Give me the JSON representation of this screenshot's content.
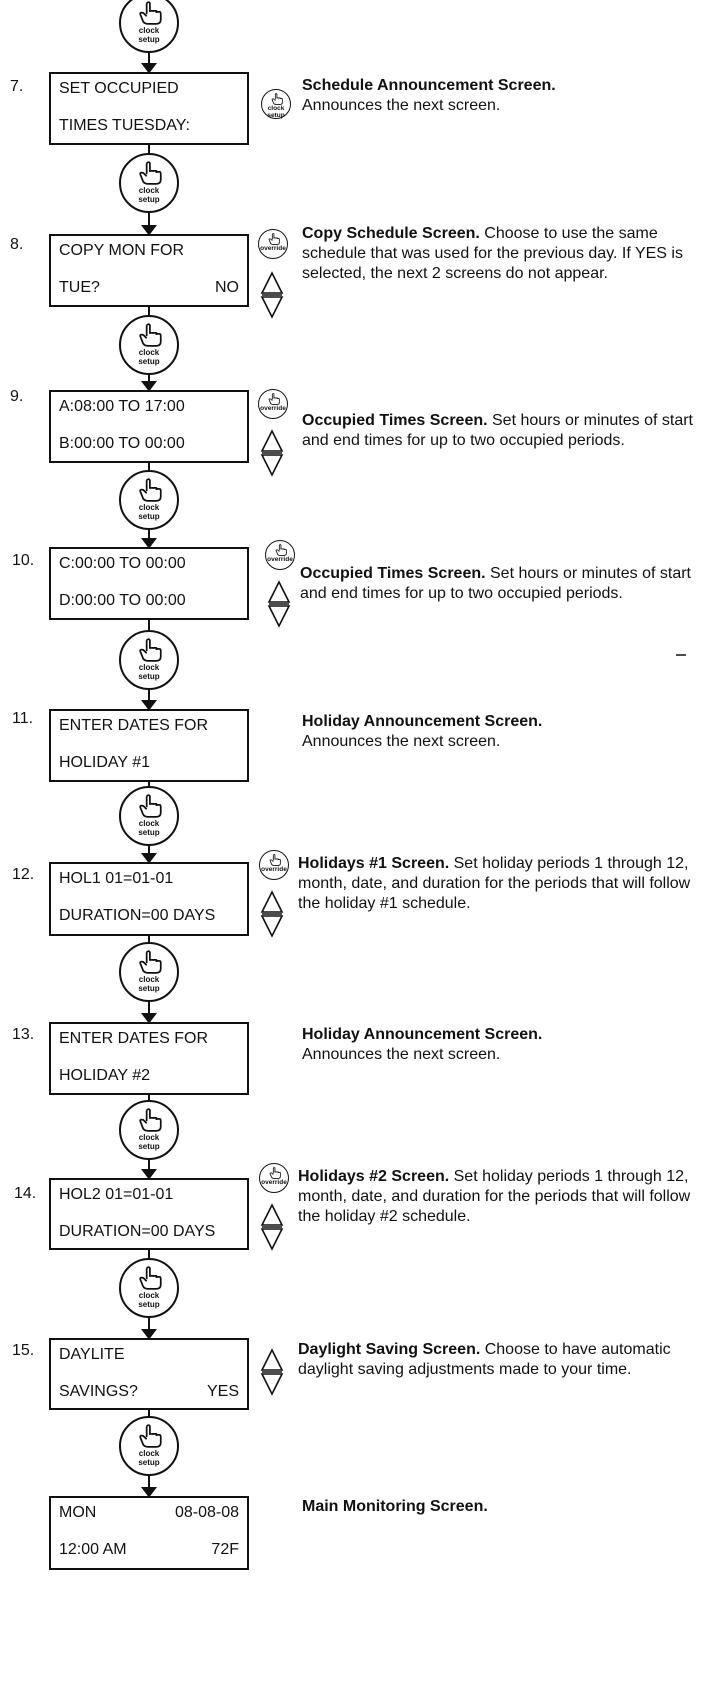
{
  "button_labels": {
    "clock_setup": [
      "clock",
      "setup"
    ],
    "override": "override"
  },
  "steps": [
    {
      "number": "7.",
      "lcd": {
        "line1_left": "SET OCCUPIED",
        "line1_right": "",
        "line2_left": "TIMES TUESDAY:",
        "line2_right": ""
      },
      "title": "Schedule Announcement Screen.",
      "text": "Announces the next screen.",
      "side_button": "clock setup",
      "arrows": false
    },
    {
      "number": "8.",
      "lcd": {
        "line1_left": "COPY MON FOR",
        "line1_right": "",
        "line2_left": "TUE?",
        "line2_right": "NO"
      },
      "title": "Copy Schedule Screen.",
      "text": " Choose to use the same schedule that was used for the previous day. If YES is selected, the next 2 screens do not appear.",
      "side_button": "override",
      "arrows": true
    },
    {
      "number": "9.",
      "lcd": {
        "line1_left": "A:08:00 TO 17:00",
        "line1_right": "",
        "line2_left": "B:00:00 TO 00:00",
        "line2_right": ""
      },
      "title": "Occupied Times Screen.",
      "text": " Set hours or minutes of start and end times for up to two occupied periods.",
      "side_button": "override",
      "arrows": true
    },
    {
      "number": "10.",
      "lcd": {
        "line1_left": "C:00:00 TO 00:00",
        "line1_right": "",
        "line2_left": "D:00:00 TO 00:00",
        "line2_right": ""
      },
      "title": "Occupied Times Screen.",
      "text": " Set hours or minutes of start and end times for up to two occupied periods.",
      "side_button": "override",
      "arrows": true
    },
    {
      "number": "11.",
      "lcd": {
        "line1_left": "ENTER DATES FOR",
        "line1_right": "",
        "line2_left": "HOLIDAY #1",
        "line2_right": ""
      },
      "title": "Holiday Announcement Screen.",
      "text": "Announces the next screen.",
      "side_button": "",
      "arrows": false
    },
    {
      "number": "12.",
      "lcd": {
        "line1_left": "HOL1 01=01-01",
        "line1_right": "",
        "line2_left": "DURATION=00 DAYS",
        "line2_right": ""
      },
      "title": "Holidays #1  Screen.",
      "text": " Set holiday periods 1 through 12, month, date, and duration for the periods that will follow the holiday #1 schedule.",
      "side_button": "override",
      "arrows": true
    },
    {
      "number": "13.",
      "lcd": {
        "line1_left": "ENTER DATES FOR",
        "line1_right": "",
        "line2_left": "HOLIDAY #2",
        "line2_right": ""
      },
      "title": "Holiday Announcement Screen.",
      "text": "Announces the next screen.",
      "side_button": "",
      "arrows": false
    },
    {
      "number": "14.",
      "lcd": {
        "line1_left": "HOL2 01=01-01",
        "line1_right": "",
        "line2_left": "DURATION=00 DAYS",
        "line2_right": ""
      },
      "title": "Holidays #2  Screen.",
      "text": " Set holiday periods 1 through 12, month, date, and duration for the periods that will follow the holiday #2 schedule.",
      "side_button": "override",
      "arrows": true
    },
    {
      "number": "15.",
      "lcd": {
        "line1_left": "DAYLITE",
        "line1_right": "",
        "line2_left": "SAVINGS?",
        "line2_right": "YES"
      },
      "title": "Daylight Saving Screen.",
      "text": " Choose to have automatic daylight saving adjustments made to your time.",
      "side_button": "",
      "arrows": true
    },
    {
      "number": "",
      "lcd": {
        "line1_left": "MON",
        "line1_right": "08-08-08",
        "line2_left": "12:00 AM",
        "line2_right": "72F"
      },
      "title": "Main Monitoring Screen.",
      "text": "",
      "side_button": "",
      "arrows": false
    }
  ]
}
